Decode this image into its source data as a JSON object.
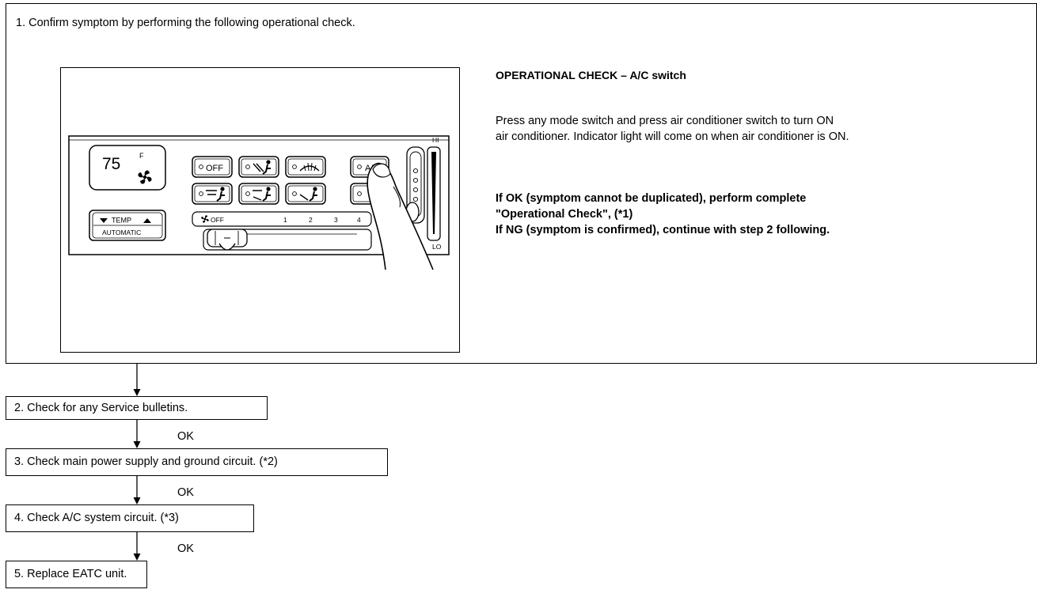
{
  "step1": {
    "text": "1.  Confirm symptom by performing the following operational check.",
    "check_title": "OPERATIONAL CHECK – A/C switch",
    "check_body_line1": "Press any mode switch and press air conditioner switch to turn ON",
    "check_body_line2": "air conditioner.  Indicator light will come on when air conditioner is ON.",
    "result_line1": "If OK (symptom cannot be duplicated), perform complete",
    "result_line2": "\"Operational Check\", (*1)",
    "result_line3": "If NG (symptom is confirmed), continue with step 2 following."
  },
  "panel": {
    "temp_value": "75",
    "temp_unit": "F",
    "temp_label": "TEMP",
    "automatic_label": "AUTOMATIC",
    "off_label": "OFF",
    "ac_label": "A/C",
    "fan_off_label": "OFF",
    "fan_speeds": [
      "1",
      "2",
      "3",
      "4"
    ],
    "hi_label": "HI",
    "lo_label": "LO"
  },
  "steps": [
    {
      "text": "2.  Check for any Service bulletins."
    },
    {
      "text": "3.  Check main power supply and ground circuit. (*2)"
    },
    {
      "text": "4.  Check A/C system circuit. (*3)"
    },
    {
      "text": "5.  Replace EATC unit."
    }
  ],
  "ok_label": "OK"
}
